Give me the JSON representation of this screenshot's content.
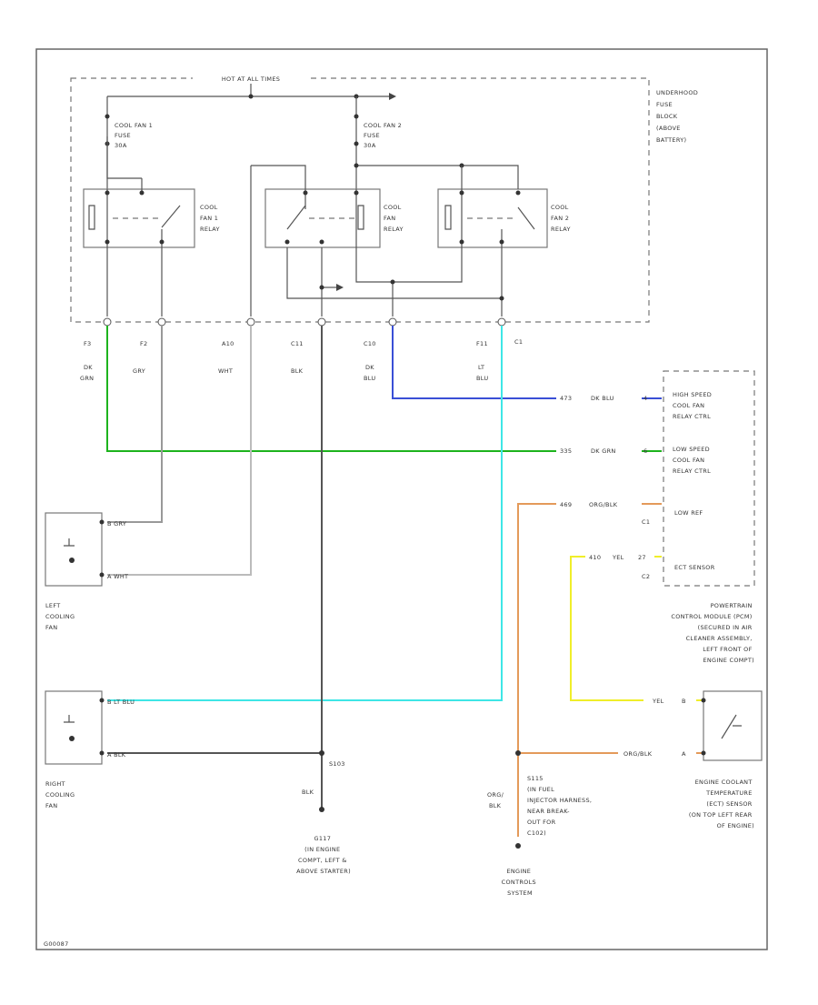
{
  "colors": {
    "dk_grn": "#1db31d",
    "dk_blu": "#3a4fd6",
    "lt_blu": "#3ee6e6",
    "ppl_wht": "#e49a5a",
    "yel": "#f0ee2a",
    "gry": "#999999",
    "blk": "#555555",
    "wht_wire": "#bbbbbb"
  },
  "fuse_block": {
    "top_label": "HOT AT ALL TIMES",
    "title_lines": [
      "UNDERHOOD",
      "FUSE",
      "BLOCK",
      "(ABOVE",
      "BATTERY)"
    ],
    "fuse1_lines": [
      "COOL FAN 1",
      "FUSE",
      "30A"
    ],
    "fuse2_lines": [
      "COOL FAN 2",
      "FUSE",
      "30A"
    ],
    "relay1_lines": [
      "COOL",
      "FAN 1",
      "RELAY"
    ],
    "relay_s_lines": [
      "COOL",
      "FAN",
      "RELAY"
    ],
    "relay2_lines": [
      "COOL",
      "FAN 2",
      "RELAY"
    ]
  },
  "connectors": [
    {
      "id": "F3",
      "color": "DK GRN"
    },
    {
      "id": "F2",
      "color": "GRY"
    },
    {
      "id": "A10",
      "color": "WHT"
    },
    {
      "id": "C11",
      "color": "BLK"
    },
    {
      "id": "C10",
      "color": "DK BLU"
    },
    {
      "id": "F11",
      "color": "LT BLU"
    }
  ],
  "connector_c1": "C1",
  "pcm": {
    "high_speed_lines": [
      "HIGH SPEED",
      "COOL FAN",
      "RELAY CTRL"
    ],
    "low_speed_lines": [
      "LOW SPEED",
      "COOL FAN",
      "RELAY CTRL"
    ],
    "low_ref": "LOW REF",
    "ect_sensor": "ECT SENSOR",
    "c1": "C1",
    "c2": "C2",
    "wire_high": {
      "pin": "473",
      "color": "DK BLU",
      "num": "4"
    },
    "wire_low": {
      "pin": "335",
      "color": "DK GRN",
      "num": "6"
    },
    "wire_lowref": {
      "pin": "469",
      "color": "ORG/BLK"
    },
    "wire_ect": {
      "pin": "410",
      "color": "YEL",
      "num": "27"
    },
    "desc_lines": [
      "POWERTRAIN",
      "CONTROL MODULE (PCM)",
      "(SECURED IN AIR",
      "CLEANER ASSEMBLY,",
      "LEFT FRONT OF",
      "ENGINE COMPT)"
    ]
  },
  "left_fan": {
    "pin_b": "B GRY",
    "pin_a": "A WHT",
    "label_lines": [
      "LEFT",
      "COOLING",
      "FAN"
    ]
  },
  "right_fan": {
    "pin_b": "B LT BLU",
    "pin_a": "A BLK",
    "label_lines": [
      "RIGHT",
      "COOLING",
      "FAN"
    ]
  },
  "ground": {
    "splice": "S103",
    "wire": "BLK",
    "label_lines": [
      "G117",
      "(IN ENGINE",
      "COMPT, LEFT &",
      "ABOVE STARTER)"
    ]
  },
  "ect": {
    "wire_a": {
      "color": "YEL",
      "pin": "B"
    },
    "wire_b": {
      "color": "ORG/BLK",
      "pin": "A"
    },
    "label_lines": [
      "ENGINE COOLANT",
      "TEMPERATURE",
      "(ECT) SENSOR",
      "(ON TOP LEFT REAR",
      "OF ENGINE)"
    ]
  },
  "splice_s115": {
    "wire": [
      "ORG/",
      "BLK"
    ],
    "label_lines": [
      "S115",
      "(IN FUEL",
      "INJECTOR HARNESS,",
      "NEAR BREAK-",
      "OUT FOR",
      "C102)"
    ]
  },
  "engine_controls": [
    "ENGINE",
    "CONTROLS",
    "SYSTEM"
  ],
  "figure_id": "G00087"
}
